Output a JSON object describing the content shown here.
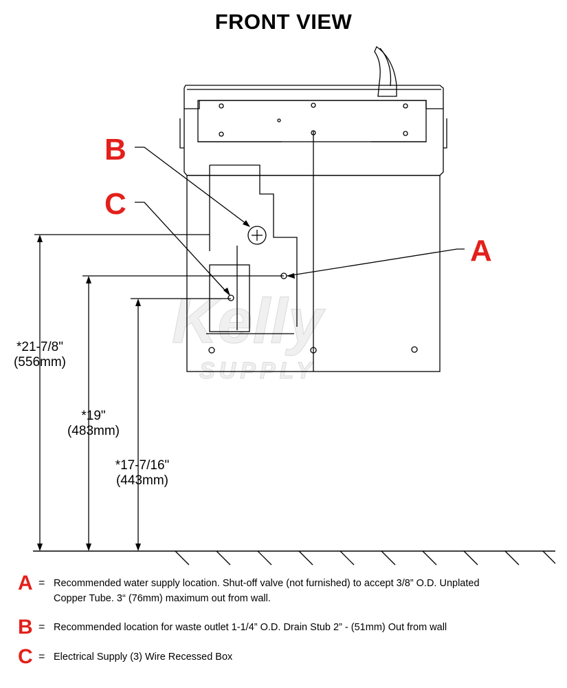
{
  "title": "FRONT VIEW",
  "callouts": {
    "a": "A",
    "b": "B",
    "c": "C"
  },
  "dimensions": [
    {
      "value": "*21-7/8\"",
      "metric": "(556mm)"
    },
    {
      "value": "*19\"",
      "metric": "(483mm)"
    },
    {
      "value": "*17-7/16\"",
      "metric": "(443mm)"
    }
  ],
  "legend": [
    {
      "letter": "A",
      "eq": "=",
      "text": "Recommended water supply location. Shut-off valve (not furnished) to accept 3/8” O.D. Unplated Copper Tube. 3“ (76mm) maximum out from wall."
    },
    {
      "letter": "B",
      "eq": "=",
      "text": "Recommended location for waste outlet 1-1/4” O.D. Drain Stub 2” - (51mm) Out from wall"
    },
    {
      "letter": "C",
      "eq": "=",
      "text": "Electrical Supply (3) Wire Recessed Box"
    }
  ],
  "watermark": {
    "line1": "Kelly",
    "line2": "SUPPLY"
  }
}
